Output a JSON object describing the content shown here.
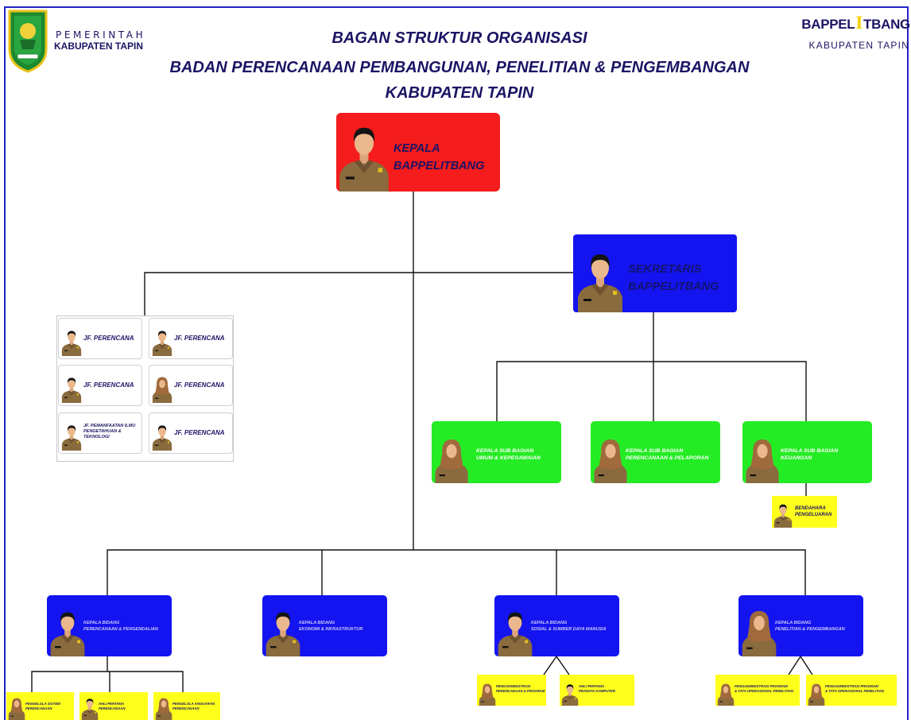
{
  "header": {
    "logo_line1": "PEMERINTAH",
    "logo_line2": "KABUPATEN TAPIN",
    "title_line1": "BAGAN STRUKTUR ORGANISASI",
    "title_line2": "BADAN PERENCANAAN PEMBANGUNAN, PENELITIAN & PENGEMBANGAN",
    "title_line3": "KABUPATEN TAPIN",
    "brand": {
      "part1": "BAPPEL",
      "part2": "I",
      "part3": "TBANG",
      "subtitle": "KABUPATEN TAPIN"
    }
  },
  "colors": {
    "frame_border": "#2323c8",
    "title_text": "#1b1464",
    "head_box": "#f41c1c",
    "secretary_box": "#1414f0",
    "subsection_box": "#24ec24",
    "division_box": "#1414f0",
    "staff_box": "#ffff1c",
    "brand_accent": "#f2d000"
  },
  "org": {
    "head": {
      "line1": "KEPALA",
      "line2": "BAPPELITBANG",
      "icon": "male-officer-icon"
    },
    "secretary": {
      "line1": "SEKRETARIS",
      "line2": "BAPPELITBANG",
      "icon": "male-officer-icon"
    },
    "functional_positions": [
      {
        "label": "JF. PERENCANA",
        "icon": "male-officer-icon"
      },
      {
        "label": "JF. PERENCANA",
        "icon": "male-officer-icon"
      },
      {
        "label": "JF. PERENCANA",
        "icon": "male-officer-icon"
      },
      {
        "label": "JF. PERENCANA",
        "icon": "female-officer-icon"
      },
      {
        "label": "JF. PEMANFAATAN ILMU PENGETAHUAN & TEKNOLOGI",
        "icon": "male-officer-icon"
      },
      {
        "label": "JF. PERENCANA",
        "icon": "male-officer-icon"
      }
    ],
    "subsections": [
      {
        "line1": "KEPALA SUB BAGIAN",
        "line2": "UMUM & KEPEGAWAIAN",
        "icon": "female-officer-icon"
      },
      {
        "line1": "KEPALA SUB BAGIAN",
        "line2": "PERENCANAAN & PELAPORAN",
        "icon": "female-officer-icon"
      },
      {
        "line1": "KEPALA SUB BAGIAN",
        "line2": "KEUANGAN",
        "icon": "female-officer-icon"
      }
    ],
    "treasurer": {
      "line1": "BENDAHARA",
      "line2": "PENGELUARAN",
      "icon": "male-officer-icon"
    },
    "divisions": [
      {
        "line1": "KEPALA BIDANG",
        "line2": "PERENCANAAN & PENGENDALIAN",
        "icon": "male-officer-icon",
        "staff": [
          {
            "line1": "PENGELOLA SISTEM",
            "line2": "PERENCANAAN",
            "icon": "female-officer-icon"
          },
          {
            "line1": "AHLI PERTAMA",
            "line2": "PERENCANAAN",
            "icon": "male-officer-icon"
          },
          {
            "line1": "PENGELOLA ANGGARAN",
            "line2": "PERENCANAAN",
            "icon": "female-officer-icon"
          }
        ]
      },
      {
        "line1": "KEPALA BIDANG",
        "line2": "EKONOMI & INFRASTRUKTUR",
        "icon": "male-officer-icon",
        "staff": []
      },
      {
        "line1": "KEPALA BIDANG",
        "line2": "SOSIAL & SUMBER DAYA MANUSIA",
        "icon": "male-officer-icon",
        "staff": [
          {
            "line1": "PENGADMINISTRASI",
            "line2": "PERENCANAAN & PROGRAM",
            "icon": "female-officer-icon"
          },
          {
            "line1": "AHLI PERTAMA",
            "line2": "PRANATA KOMPUTER",
            "icon": "male-officer-icon"
          }
        ]
      },
      {
        "line1": "KEPALA BIDANG",
        "line2": "PENELITIAN & PENGEMBANGAN",
        "icon": "female-officer-icon",
        "staff": [
          {
            "line1": "PENGADMINISTRASI PROGRAM",
            "line2": "& TATA OPERASIONAL PENELITIAN",
            "icon": "female-officer-icon"
          },
          {
            "line1": "PENGADMINISTRASI PROGRAM",
            "line2": "& TATA OPERASIONAL PENELITIAN",
            "icon": "female-officer-icon"
          }
        ]
      }
    ]
  }
}
